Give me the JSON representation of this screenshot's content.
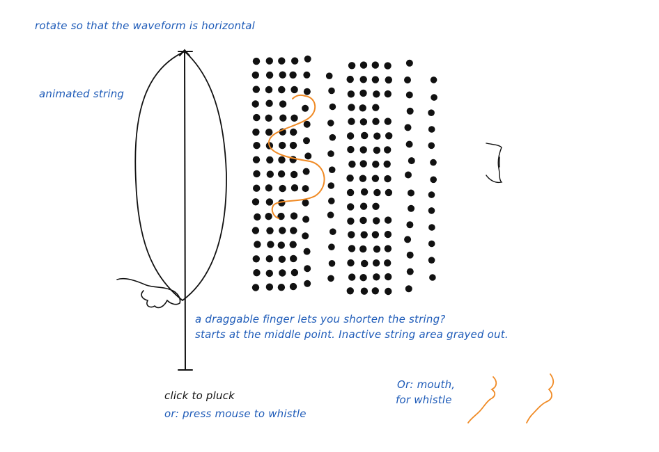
{
  "annotations": {
    "rotate_note": "rotate so that the waveform is horizontal",
    "animated_string_note": "animated string",
    "finger_note_line1": "a draggable finger lets you shorten the string?",
    "finger_note_line2": "starts at the middle point. Inactive string area grayed out.",
    "click_note": "click to pluck",
    "press_note": "or: press mouse to whistle",
    "mouth_note_line1": "Or: mouth,",
    "mouth_note_line2": "for whistle"
  },
  "colors": {
    "annotation_text": "#1e5bb8",
    "primary_text": "#111111",
    "ink": "#111111",
    "accent_stroke": "#f08a24"
  }
}
